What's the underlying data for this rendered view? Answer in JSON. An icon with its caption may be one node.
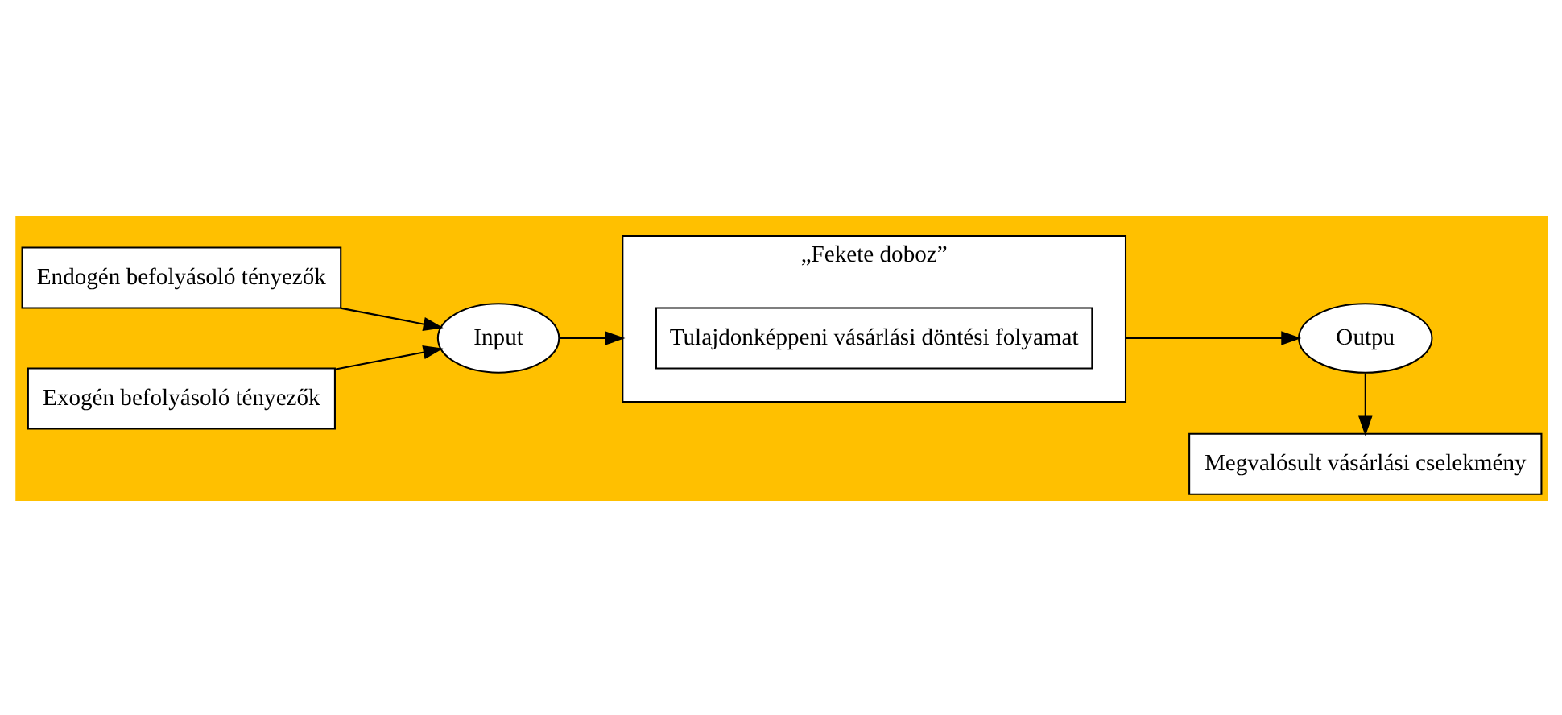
{
  "diagram": {
    "nodes": [
      {
        "text": [
          "Endogén befolyásoló tényezők"
        ]
      },
      {
        "text": [
          "Exogén befolyásoló tényezők"
        ]
      },
      {
        "text": [
          "Input"
        ]
      },
      {
        "text": [
          "„Fekete doboz”"
        ]
      },
      {
        "text": [
          "Tulajdonképpeni vásárlási döntési folyamat"
        ],
        "in": 3
      },
      {
        "text": [
          "Outpu"
        ]
      },
      {
        "text": [
          "Megvalósult vásárlási cselekmény"
        ]
      }
    ],
    "edges": [
      {
        "from": 0,
        "to": 2,
        "arrow": "to"
      },
      {
        "from": 1,
        "to": 2,
        "arrow": "to"
      },
      {
        "from": 2,
        "to": 3,
        "arrow": "to"
      },
      {
        "from": 3,
        "to": 5,
        "arrow": "to"
      },
      {
        "from": 5,
        "to": 6,
        "arrow": "to"
      }
    ]
  }
}
